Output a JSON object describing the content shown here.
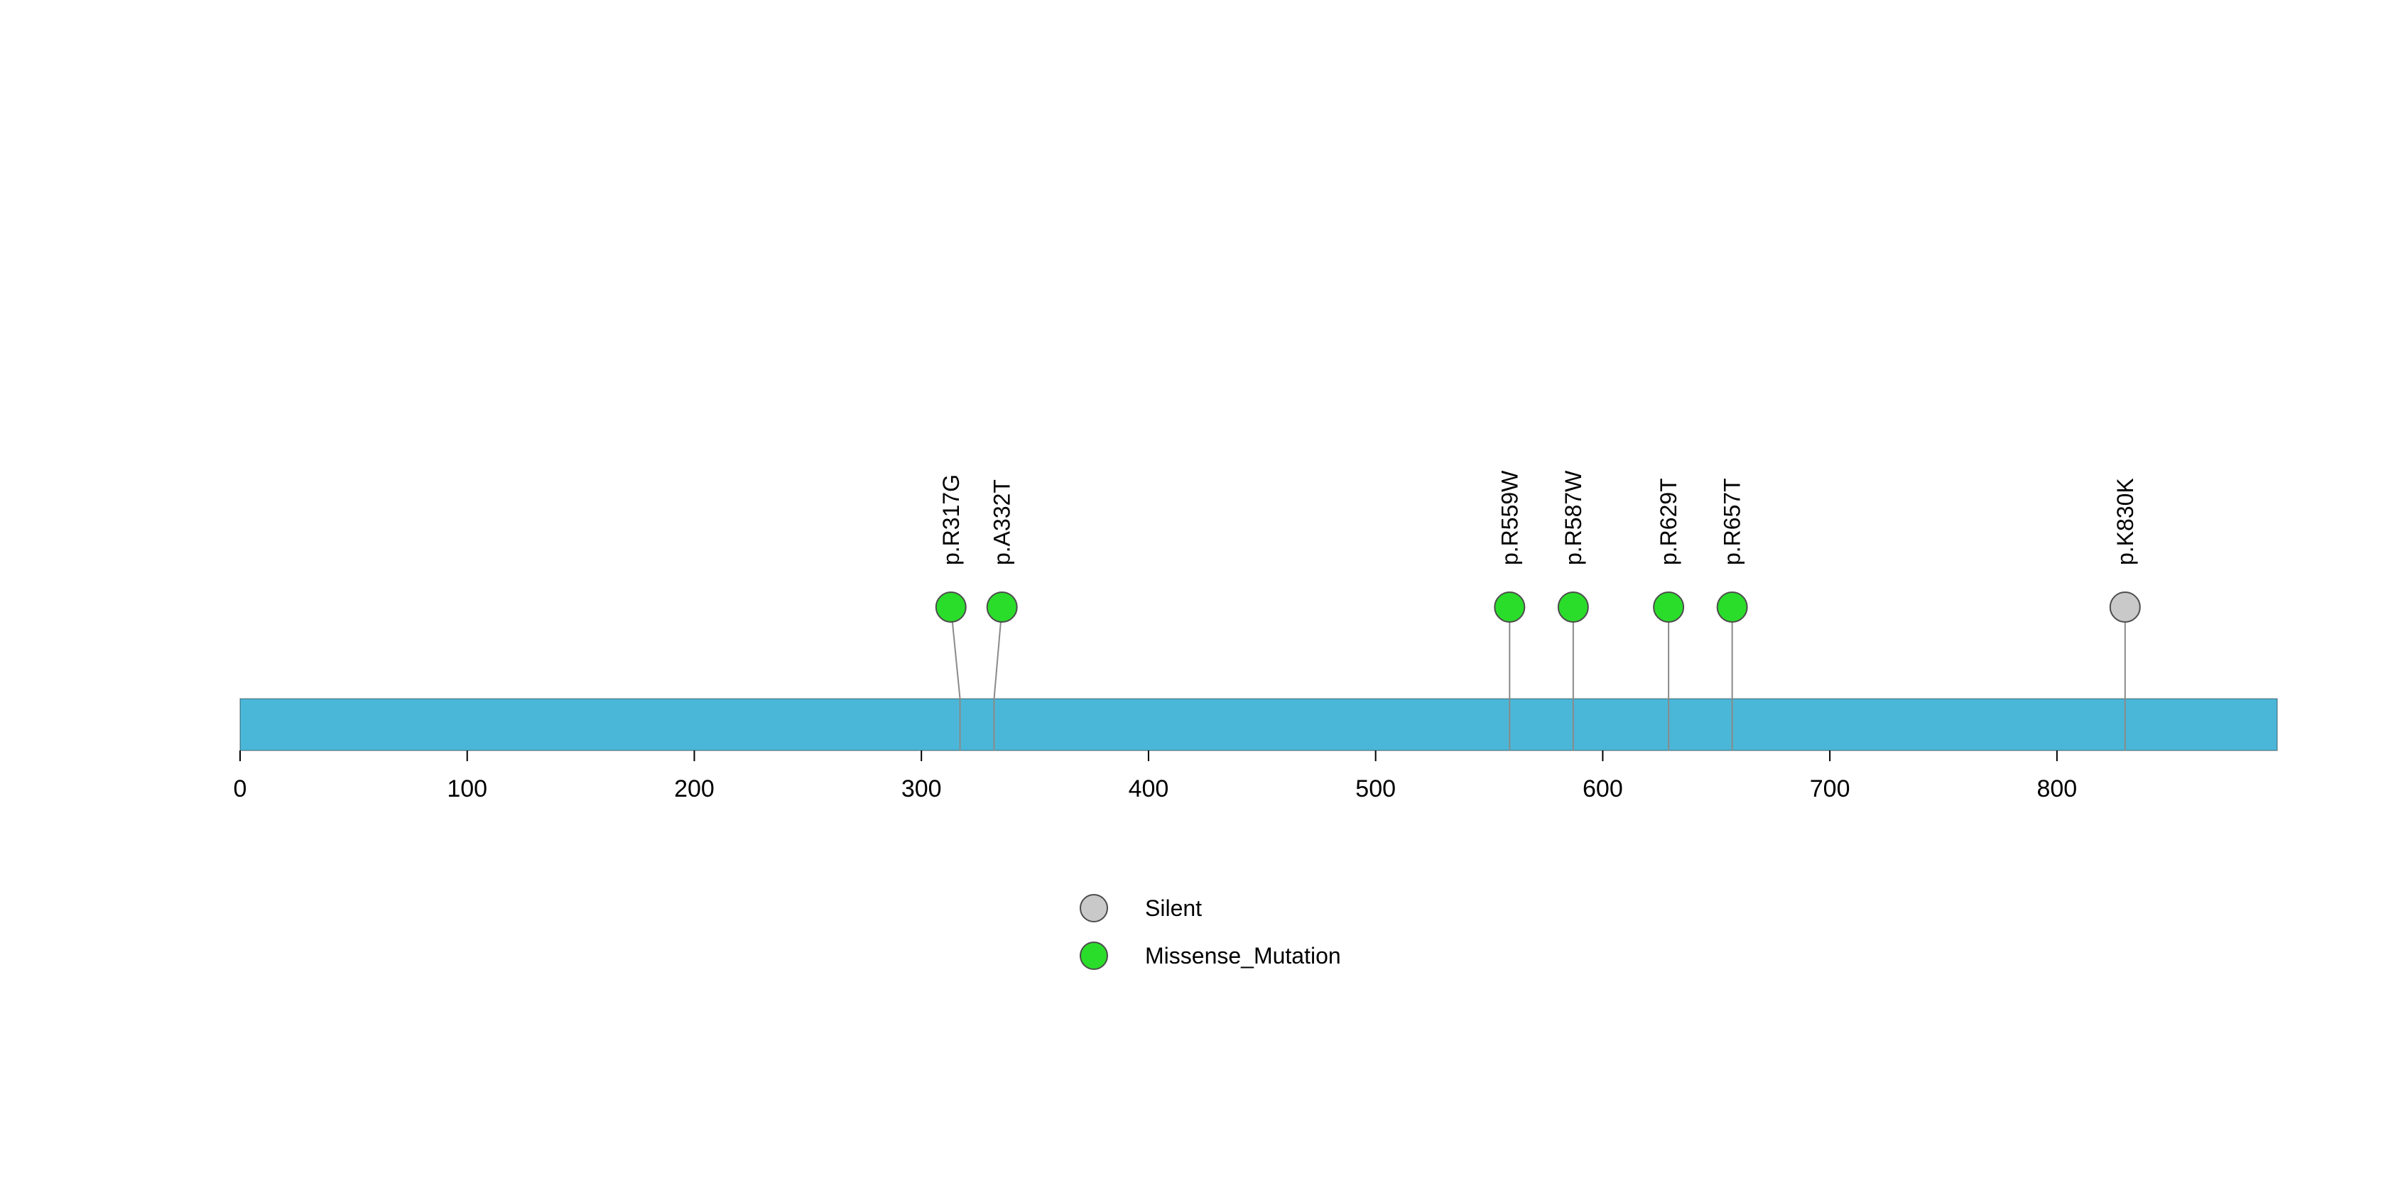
{
  "chart_data": {
    "type": "lollipop",
    "title": "",
    "xlabel": "",
    "ylabel": "",
    "xlim": [
      0,
      897
    ],
    "x_ticks": [
      0,
      100,
      200,
      300,
      400,
      500,
      600,
      700,
      800
    ],
    "grid": false,
    "legend_position": "bottom-center",
    "mutations": [
      {
        "label": "p.R317G",
        "position": 317,
        "display_position": 313,
        "type": "Missense_Mutation"
      },
      {
        "label": "p.A332T",
        "position": 332,
        "display_position": 335.5,
        "type": "Missense_Mutation"
      },
      {
        "label": "p.R559W",
        "position": 559,
        "display_position": 559,
        "type": "Missense_Mutation"
      },
      {
        "label": "p.R587W",
        "position": 587,
        "display_position": 587,
        "type": "Missense_Mutation"
      },
      {
        "label": "p.R629T",
        "position": 629,
        "display_position": 629,
        "type": "Missense_Mutation"
      },
      {
        "label": "p.R657T",
        "position": 657,
        "display_position": 657,
        "type": "Missense_Mutation"
      },
      {
        "label": "p.K830K",
        "position": 830,
        "display_position": 830,
        "type": "Silent"
      }
    ],
    "legend": [
      {
        "label": "Silent",
        "color": "#C9C9C9"
      },
      {
        "label": "Missense_Mutation",
        "color": "#2BDD2B"
      }
    ],
    "colors": {
      "bar": "#4BB7D8",
      "bar_stroke": "rgba(0,0,0,0.35)",
      "stem": "#8a8a8a",
      "circle_stroke": "#4d4d4d",
      "text": "#000000"
    }
  }
}
